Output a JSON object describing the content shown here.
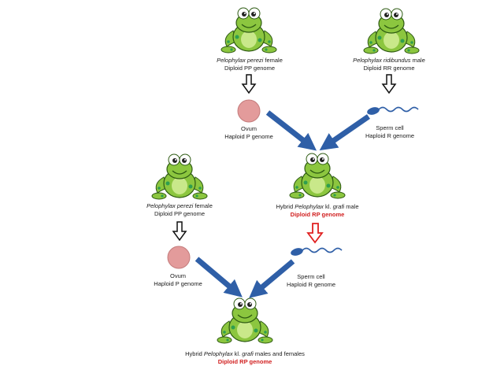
{
  "parents_top": {
    "female": {
      "species_italic": "Pelophylax perezi",
      "suffix": " female",
      "genome": "Diploid PP genome"
    },
    "male": {
      "species_italic": "Pelophylax ridibundus",
      "suffix": " male",
      "genome": "Diploid RR genome"
    }
  },
  "gametes_top": {
    "ovum": {
      "name": "Ovum",
      "genome": "Haploid P genome"
    },
    "sperm": {
      "name": "Sperm cell",
      "genome": "Haploid R genome"
    }
  },
  "hybrid_male": {
    "prefix": "Hybrid ",
    "species_italic": "Pelophylax",
    "mid": " kl. ",
    "epithet_italic": "grafi",
    "suffix": " male",
    "genome": "Diploid  RP genome"
  },
  "parent_bottom": {
    "species_italic": "Pelophylax perezi",
    "suffix": " female",
    "genome": "Diploid PP genome"
  },
  "gametes_bottom": {
    "ovum": {
      "name": "Ovum",
      "genome": "Haploid P genome"
    },
    "sperm": {
      "name": "Sperm cell",
      "genome": "Haploid R genome"
    }
  },
  "hybrid_offspring": {
    "prefix": "Hybrid ",
    "species_italic": "Pelophylax",
    "mid": " kl. ",
    "epithet_italic": "grafi",
    "suffix": " males and females",
    "genome": "Diploid  RP genome"
  },
  "colors": {
    "frog_body": "#8cc63f",
    "frog_spot": "#2e9e4f",
    "ovum": "#e39b9b",
    "blue_arrow": "#2f5fa7",
    "red_arrow": "#e02020",
    "sperm": "#2f5fa7",
    "genome_red": "#d11f1f"
  }
}
